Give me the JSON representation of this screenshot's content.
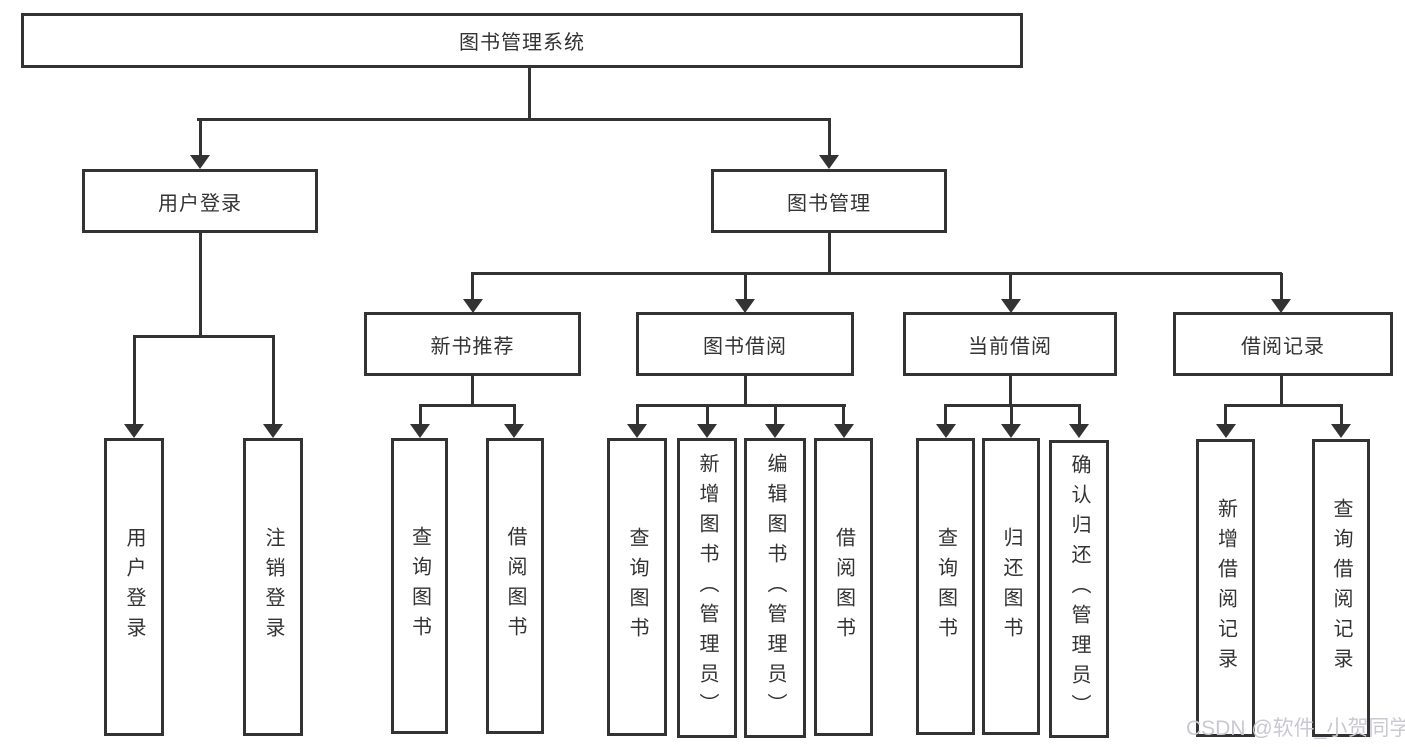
{
  "diagram_type": "hierarchy-chart",
  "tree": {
    "root": {
      "label": "图书管理系统"
    },
    "branches": [
      {
        "label": "用户登录",
        "children": [
          {
            "label": "用户登录"
          },
          {
            "label": "注销登录"
          }
        ]
      },
      {
        "label": "图书管理",
        "children": [
          {
            "label": "新书推荐",
            "children": [
              {
                "label": "查询图书"
              },
              {
                "label": "借阅图书"
              }
            ]
          },
          {
            "label": "图书借阅",
            "children": [
              {
                "label": "查询图书"
              },
              {
                "label": "新增图书（管理员）"
              },
              {
                "label": "编辑图书（管理员）"
              },
              {
                "label": "借阅图书"
              }
            ]
          },
          {
            "label": "当前借阅",
            "children": [
              {
                "label": "查询图书"
              },
              {
                "label": "归还图书"
              },
              {
                "label": "确认归还（管理员）"
              }
            ]
          },
          {
            "label": "借阅记录",
            "children": [
              {
                "label": "新增借阅记录"
              },
              {
                "label": "查询借阅记录"
              }
            ]
          }
        ]
      }
    ]
  },
  "watermark": {
    "text": "CSDN @软件_小贺同学"
  },
  "colors": {
    "line": "#333333",
    "box_border": "#333333",
    "box_fill": "#ffffff",
    "text": "#333333",
    "watermark": "#c9c9d2",
    "background": "#ffffff"
  }
}
